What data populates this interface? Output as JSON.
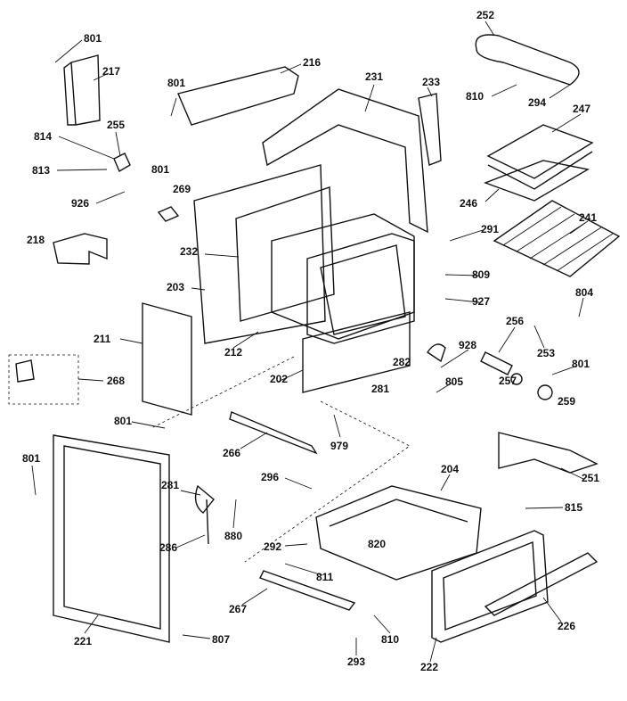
{
  "diagram": {
    "type": "exploded parts diagram",
    "labels": [
      "801",
      "217",
      "216",
      "801",
      "231",
      "233",
      "252",
      "810",
      "294",
      "247",
      "255",
      "814",
      "813",
      "801",
      "926",
      "269",
      "246",
      "241",
      "291",
      "218",
      "232",
      "809",
      "203",
      "927",
      "804",
      "211",
      "212",
      "256",
      "253",
      "282",
      "928",
      "801",
      "268",
      "202",
      "281",
      "805",
      "257",
      "259",
      "801",
      "979",
      "266",
      "251",
      "801",
      "296",
      "204",
      "281",
      "880",
      "815",
      "292",
      "820",
      "286",
      "811",
      "267",
      "226",
      "221",
      "810",
      "293",
      "807",
      "222"
    ]
  }
}
